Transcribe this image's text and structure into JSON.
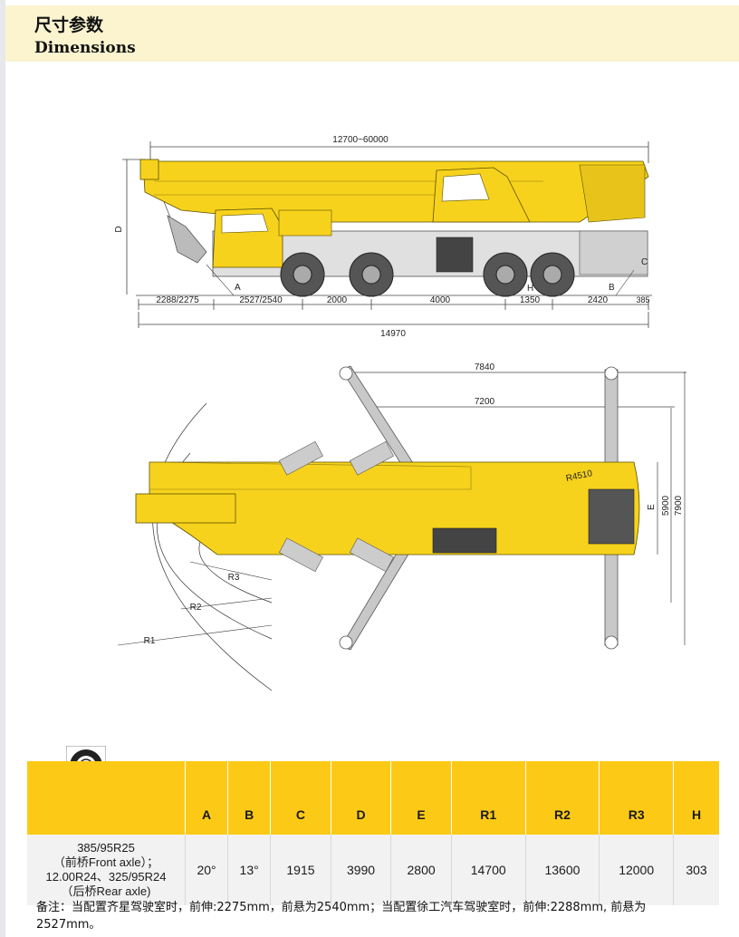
{
  "header": {
    "title_cn": "尺寸参数",
    "title_en": "Dimensions"
  },
  "side_view": {
    "boom_range": "12700~60000",
    "bottom_dims": [
      "2288/2275",
      "2527/2540",
      "2000",
      "4000",
      "1350",
      "2420"
    ],
    "overall_length": "14970",
    "ground_clearance": "385",
    "labels": {
      "A": "A",
      "B": "B",
      "C": "C",
      "D": "D",
      "H": "H"
    }
  },
  "top_view": {
    "outrigger_span_long": "7840",
    "outrigger_span_short": "7200",
    "width_inner": "5900",
    "width_outer": "7900",
    "tail_radius": "R4510",
    "labels": {
      "E": "E",
      "R1": "R1",
      "R2": "R2",
      "R3": "R3"
    }
  },
  "table": {
    "icon": "tire-icon",
    "headers": [
      "",
      "A",
      "B",
      "C",
      "D",
      "E",
      "R1",
      "R2",
      "R3",
      "H"
    ],
    "row": {
      "tire": "385/95R25\n（前桥Front axle）；\n12.00R24、325/95R24\n（后桥Rear axle)",
      "A": "20°",
      "B": "13°",
      "C": "1915",
      "D": "3990",
      "E": "2800",
      "R1": "14700",
      "R2": "13600",
      "R3": "12000",
      "H": "303"
    }
  },
  "note": "备注：当配置齐星驾驶室时，前伸:2275mm，前悬为2540mm；当配置徐工汽车驾驶室时，前伸:2288mm, 前悬为2527mm。",
  "colors": {
    "crane_yellow": "#f7d21c",
    "header_band": "#fbf4cf",
    "table_header": "#fcca16"
  }
}
